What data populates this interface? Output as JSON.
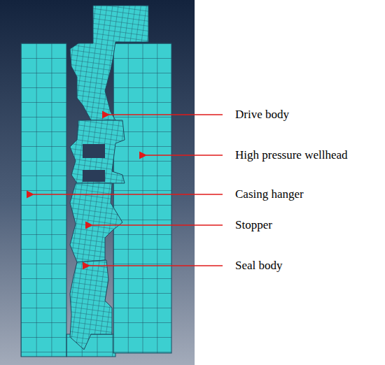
{
  "diagram": {
    "labels": [
      "Drive body",
      "High pressure wellhead",
      "Casing hanger",
      "Stopper",
      "Seal body"
    ]
  }
}
